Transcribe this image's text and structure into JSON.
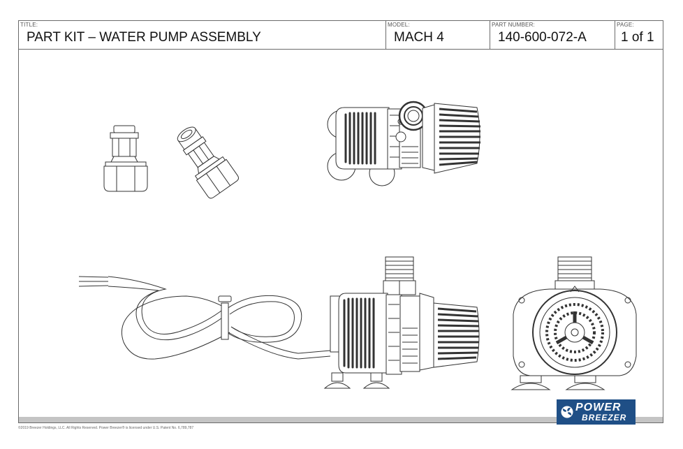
{
  "titleblock": {
    "title_label": "TITLE:",
    "title_value": "PART KIT – WATER PUMP ASSEMBLY",
    "model_label": "MODEL:",
    "model_value": "MACH 4",
    "part_label": "PART NUMBER:",
    "part_value": "140-600-072-A",
    "page_label": "PAGE:",
    "page_value": "1 of 1"
  },
  "logo": {
    "line1": "POWER",
    "line2": "BREEZER"
  },
  "footer": "©2019 Breezer Holdings, LLC.  All Rights Reserved.  Power Breezer® is licensed under U.S. Patent No. 6,789,787",
  "colors": {
    "line": "#333333",
    "border": "#6a6a6a",
    "logo_bg": "#1f4f86",
    "band": "#c4c4c4"
  }
}
